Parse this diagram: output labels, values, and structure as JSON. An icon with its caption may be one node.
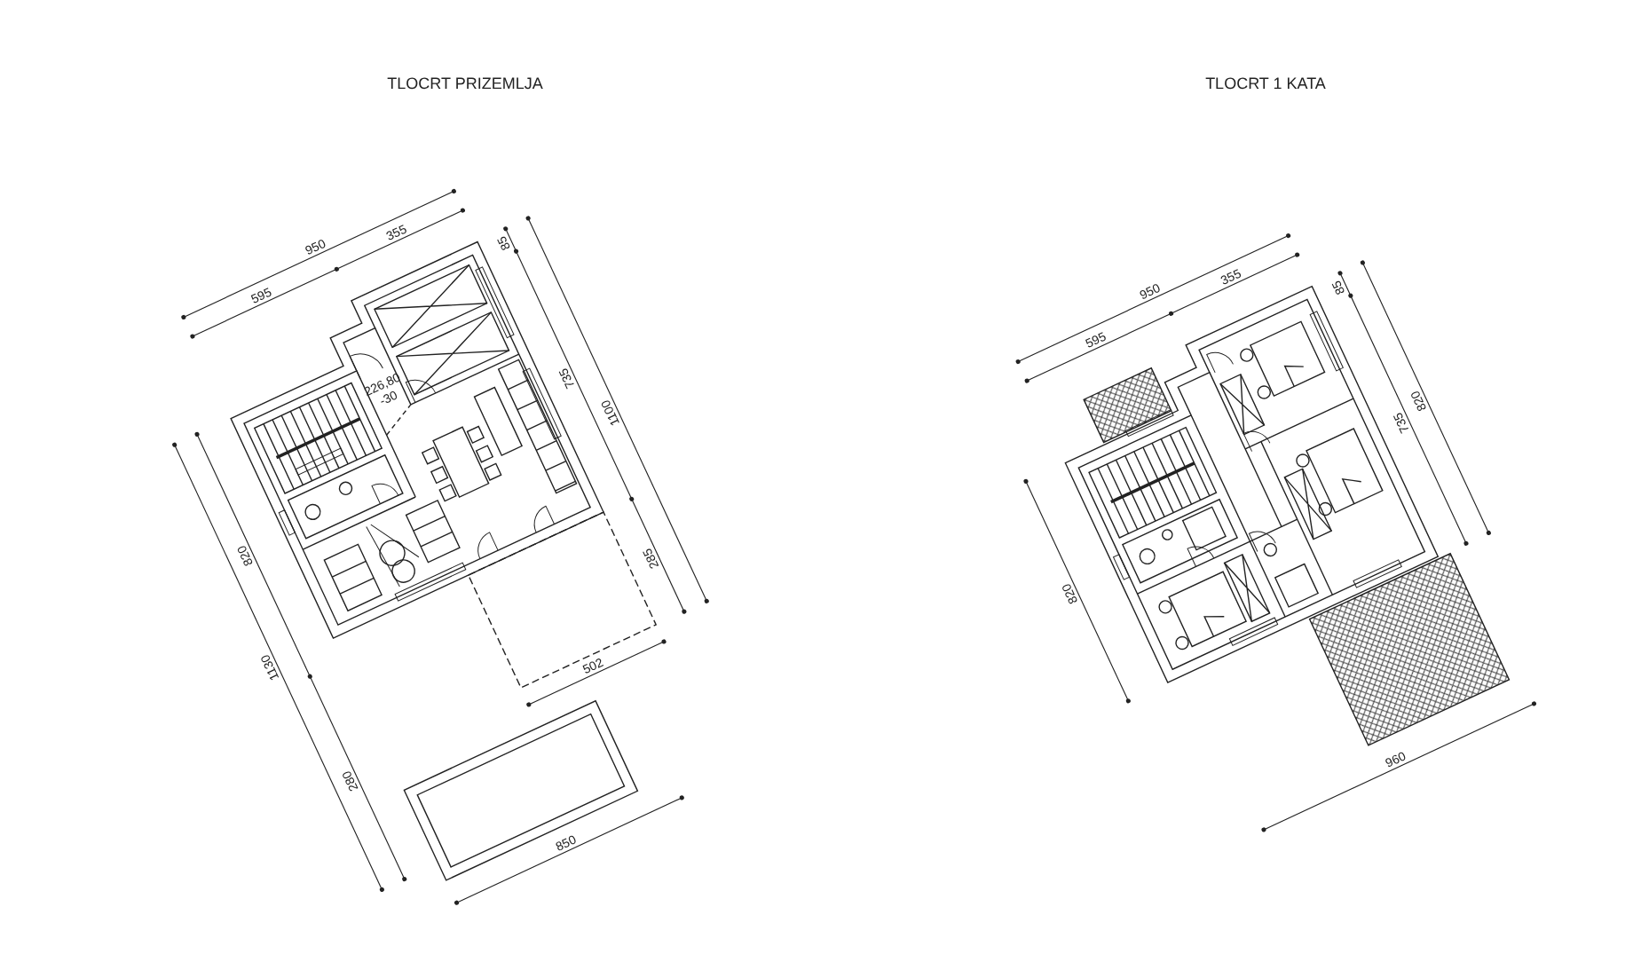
{
  "diagram": {
    "labels": [
      "TLOCRT PRIZEMLJA",
      "TLOCRT 1 KATA",
      "950",
      "595",
      "355",
      "85",
      "735",
      "1100",
      "226,80",
      "-30",
      "285",
      "820",
      "1130",
      "280",
      "502",
      "850",
      "950",
      "595",
      "355",
      "85",
      "820",
      "735",
      "820",
      "960"
    ]
  }
}
